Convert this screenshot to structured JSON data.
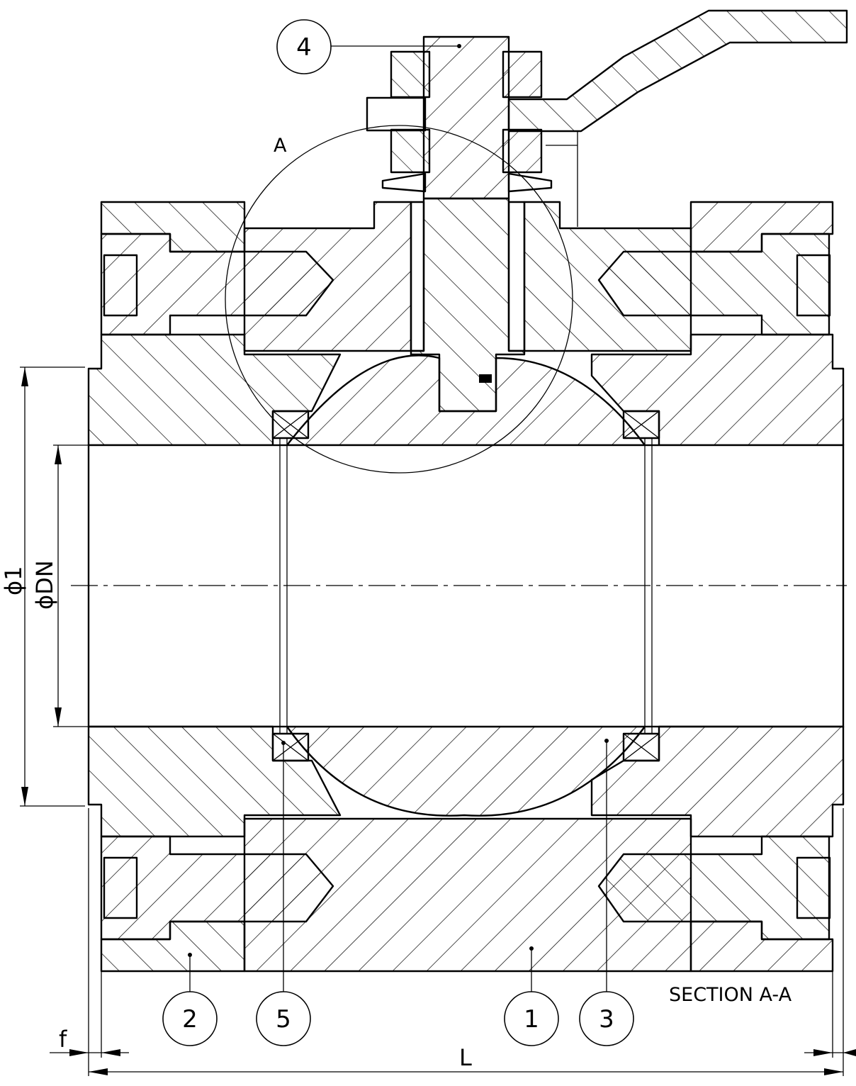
{
  "drawing": {
    "section_title": "SECTION A-A",
    "detail_label": "A",
    "dimensions": {
      "length": "L",
      "flange_face": "f",
      "bore": "ϕDN",
      "outer_partial": "ϕ1"
    },
    "balloons": [
      "1",
      "2",
      "3",
      "4",
      "5"
    ]
  },
  "colors": {
    "line": "#000000",
    "background": "#ffffff",
    "hatch": "#000000"
  }
}
